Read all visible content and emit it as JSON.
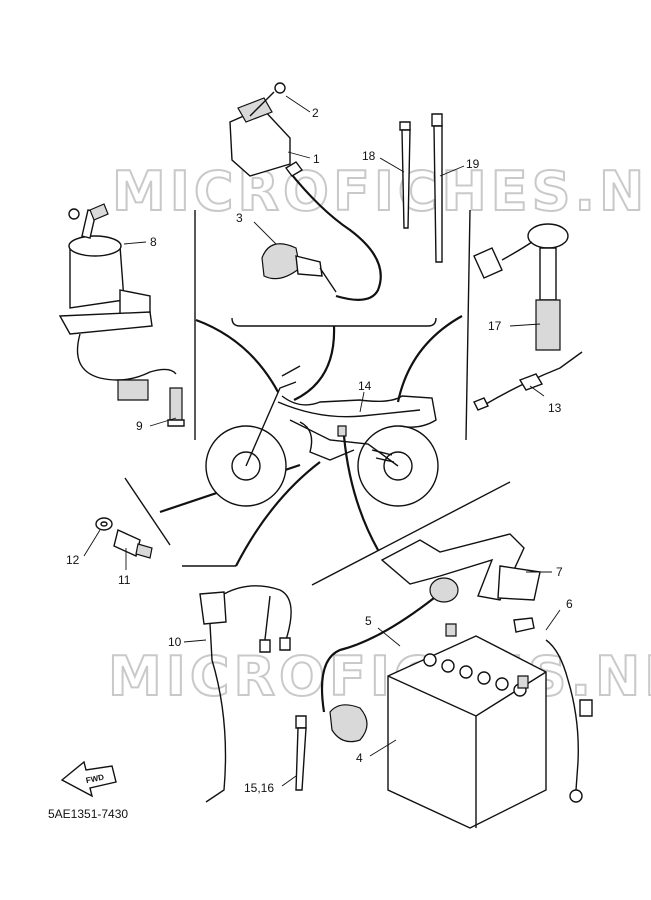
{
  "watermark": "MICROFICHES.NET",
  "diagram_code": "5AE1351-7430",
  "fwd_label": "FWD",
  "callouts": {
    "c1": "1",
    "c2": "2",
    "c3": "3",
    "c4": "4",
    "c5": "5",
    "c6": "6",
    "c7": "7",
    "c8": "8",
    "c9": "9",
    "c10": "10",
    "c11": "11",
    "c12": "12",
    "c13": "13",
    "c14": "14",
    "c15_16": "15,16",
    "c17": "17",
    "c18": "18",
    "c19": "19"
  }
}
